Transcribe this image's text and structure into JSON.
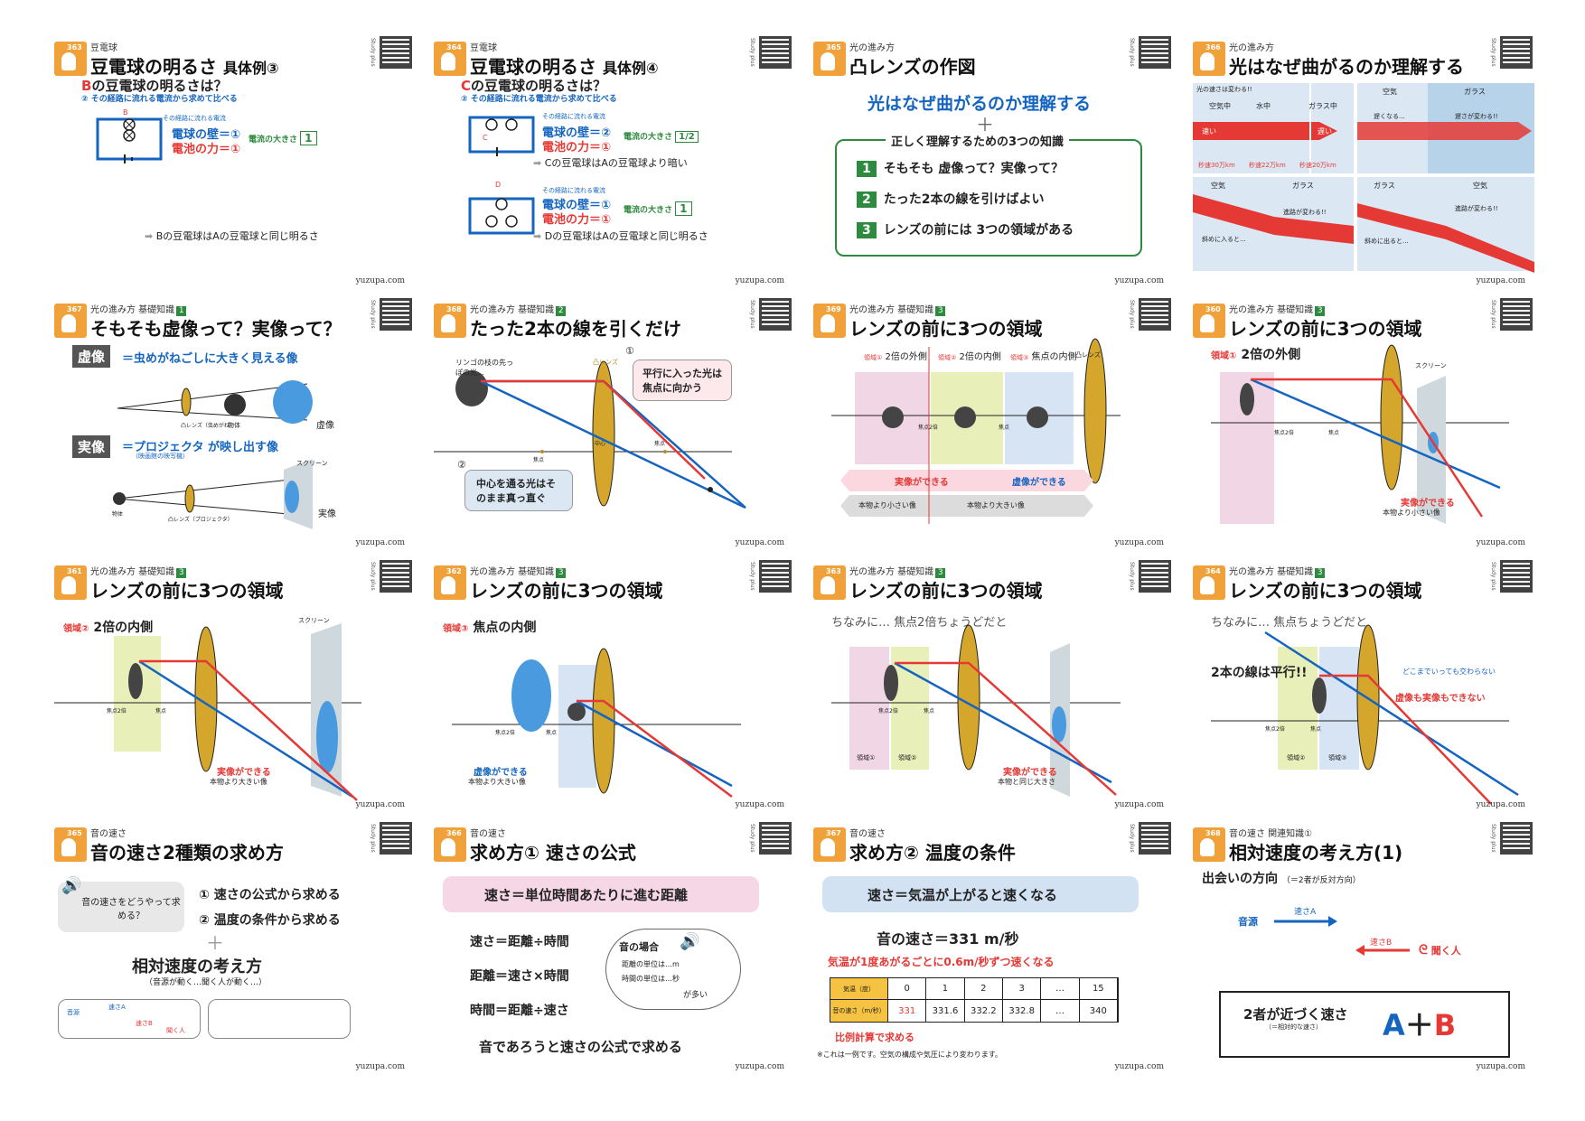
{
  "footer": "yuzupa.com",
  "qr_label": "Study plus",
  "cards": [
    {
      "id": "c363",
      "num": "363",
      "category": "豆電球",
      "title": "豆電球の明るさ",
      "title_sub": "具体例③",
      "lines": {
        "q_letter": "B",
        "q_text": "の豆電球の明るさは？",
        "step": "② その経路に流れる電流から求めて比べる",
        "path_label": "その経路に流れる電流",
        "bulb_label": "B",
        "wall": "電球の壁＝①",
        "force": "電池の力＝①",
        "current_label": "電流の大きさ",
        "current_val": "1",
        "conclusion": "Bの豆電球はAの豆電球と同じ明るさ"
      }
    },
    {
      "id": "c364",
      "num": "364",
      "category": "豆電球",
      "title": "豆電球の明るさ",
      "title_sub": "具体例④",
      "lines": {
        "q_letter": "C",
        "q_text": "の豆電球の明るさは？",
        "step": "② その経路に流れる電流から求めて比べる",
        "path_label": "その経路に流れる電流",
        "bulb_c": "C",
        "bulb_d": "D",
        "wall1": "電球の壁＝②",
        "force1": "電池の力＝①",
        "current_label": "電流の大きさ",
        "current_val1": "1/2",
        "conc1": "Cの豆電球はAの豆電球より暗い",
        "wall2": "電球の壁＝①",
        "force2": "電池の力＝①",
        "current_val2": "1",
        "conc2": "Dの豆電球はAの豆電球と同じ明るさ"
      }
    },
    {
      "id": "c365",
      "num": "365",
      "category": "光の進み方",
      "title": "凸レンズの作図",
      "lines": {
        "headline": "光はなぜ曲がるのか理解する",
        "plus": "＋",
        "knowledge": "正しく理解するための3つの知識",
        "k1": "そもそも 虚像って？実像って？",
        "k2": "たった2本の線を引けばよい",
        "k3": "レンズの前には 3つの領域がある"
      }
    },
    {
      "id": "c366",
      "num": "366",
      "category": "光の進み方",
      "title": "光はなぜ曲がるのか理解する",
      "lines": {
        "speed_note": "光の速さは変わる!!",
        "air": "空気中",
        "water": "水中",
        "glass": "ガラス中",
        "fast": "速い",
        "slow": "遅い",
        "v_air": "秒速30万km",
        "v_water": "秒速22万km",
        "v_glass": "秒速20万km",
        "p2_air": "空気",
        "p2_glass": "ガラス",
        "p2_a": "遅くなる...",
        "p2_b": "遅さが変わる!!",
        "p3_air": "空気",
        "p3_glass": "ガラス",
        "p3_note": "進路が変わる!!",
        "p3_slant": "斜めに入ると...",
        "p4_glass": "ガラス",
        "p4_air": "空気",
        "p4_note": "進路が変わる!!",
        "p4_slant": "斜めに出ると..."
      }
    },
    {
      "id": "c367",
      "num": "367",
      "category": "光の進み方 基礎知識",
      "cat_num": "1",
      "title": "そもそも虚像って？実像って？",
      "lines": {
        "virtual": "虚像",
        "virtual_desc": "＝虫めがねごしに大きく見える像",
        "lens": "凸レンズ（虫めがね）",
        "object": "物体",
        "virtual_img": "虚像",
        "real": "実像",
        "real_desc": "＝プロジェクタ が映し出す像",
        "real_sub": "（映画館の映写機）",
        "screen": "スクリーン",
        "object2": "物体",
        "lens2": "凸レンズ（プロジェクタ）",
        "real_img": "実像"
      }
    },
    {
      "id": "c368",
      "num": "368",
      "category": "光の進み方 基礎知識",
      "cat_num": "2",
      "title": "たった2本の線を引くだけ",
      "lines": {
        "apple_tip": "リンゴの枝の先っぽの光...",
        "lens": "凸レンズ",
        "parallel": "平行に入った光は焦点に向かう",
        "center": "中心を通る光はそのまま真っ直ぐ",
        "focus": "焦点",
        "focus2": "焦点",
        "center_label": "中心",
        "n1": "①",
        "n2": "②"
      }
    },
    {
      "id": "c369",
      "num": "369",
      "category": "光の進み方 基礎知識",
      "cat_num": "3",
      "title": "レンズの前に3つの領域",
      "lines": {
        "r1": "2倍の外側",
        "r2": "2倍の内側",
        "r3": "焦点の内側",
        "r1n": "領域①",
        "r2n": "領域②",
        "r3n": "領域③",
        "lens": "凸レンズ",
        "f2": "焦点2倍",
        "f": "焦点",
        "real": "実像ができる",
        "virt": "虚像ができる",
        "smaller": "本物より小さい像",
        "bigger": "本物より大きい像"
      }
    },
    {
      "id": "c360",
      "num": "360",
      "category": "光の進み方 基礎知識",
      "cat_num": "3",
      "title": "レンズの前に3つの領域",
      "lines": {
        "region": "領域①",
        "region_txt": "2倍の外側",
        "screen": "スクリーン",
        "f2": "焦点2倍",
        "f": "焦点",
        "result": "実像ができる",
        "result2": "本物より小さい像"
      }
    },
    {
      "id": "c361",
      "num": "361",
      "category": "光の進み方 基礎知識",
      "cat_num": "3",
      "title": "レンズの前に3つの領域",
      "lines": {
        "region": "領域②",
        "region_txt": "2倍の内側",
        "screen": "スクリーン",
        "f2": "焦点2倍",
        "f": "焦点",
        "result": "実像ができる",
        "result2": "本物より大きい像"
      }
    },
    {
      "id": "c362",
      "num": "362",
      "category": "光の進み方 基礎知識",
      "cat_num": "3",
      "title": "レンズの前に3つの領域",
      "lines": {
        "region": "領域③",
        "region_txt": "焦点の内側",
        "f2": "焦点2倍",
        "f": "焦点",
        "result": "虚像ができる",
        "result2": "本物より大きい像"
      }
    },
    {
      "id": "c363b",
      "num": "363",
      "category": "光の進み方 基礎知識",
      "cat_num": "3",
      "title": "レンズの前に3つの領域",
      "lines": {
        "intro": "ちなみに… 焦点2倍ちょうどだと",
        "f2": "焦点2倍",
        "f": "焦点",
        "reg1": "領域①",
        "reg2": "領域②",
        "result": "実像ができる",
        "result2": "本物と同じ大きさ"
      }
    },
    {
      "id": "c364b",
      "num": "364",
      "category": "光の進み方 基礎知識",
      "cat_num": "3",
      "title": "レンズの前に3つの領域",
      "lines": {
        "intro": "ちなみに… 焦点ちょうどだと",
        "parallel": "2本の線は平行!!",
        "never": "どこまでいっても交わらない",
        "none": "虚像も実像もできない",
        "f2": "焦点2倍",
        "f": "焦点",
        "reg2": "領域②",
        "reg3": "領域③"
      }
    },
    {
      "id": "c365b",
      "num": "365",
      "category": "音の速さ",
      "title": "音の速さ2種類の求め方",
      "lines": {
        "q": "音の速さをどうやって求める？",
        "m1": "① 速さの公式から求める",
        "m2": "② 温度の条件から求める",
        "plus": "＋",
        "rel": "相対速度の考え方",
        "rel_sub": "（音源が動く…聞く人が動く…）",
        "src": "音源",
        "a": "速さA",
        "b": "速さB",
        "ear": "聞く人"
      }
    },
    {
      "id": "c366b",
      "num": "366",
      "category": "音の速さ",
      "title": "求め方① 速さの公式",
      "lines": {
        "def": "速さ＝単位時間あたりに進む距離",
        "f1": "速さ＝距離÷時間",
        "f2": "距離＝速さ×時間",
        "f3": "時間＝距離÷速さ",
        "case": "音の場合",
        "unit1": "距離の単位は…m",
        "unit2": "時間の単位は…秒",
        "many": "が多い",
        "bottom": "音であろうと速さの公式で求める"
      }
    },
    {
      "id": "c367b",
      "num": "367",
      "category": "音の速さ",
      "title": "求め方② 温度の条件",
      "lines": {
        "def": "速さ＝気温が上がると速くなる",
        "speed": "音の速さ＝331 m/秒",
        "rule": "気温が1度あがるごとに0.6m/秒ずつ速くなる",
        "h1": "気温（度）",
        "h2": "音の速さ（m/秒）",
        "t": [
          "0",
          "1",
          "2",
          "3",
          "…",
          "15"
        ],
        "v": [
          "331",
          "331.6",
          "332.2",
          "332.8",
          "…",
          "340"
        ],
        "calc": "比例計算で求める",
        "note": "※これは一例です。空気の構成や気圧により変わります。"
      }
    },
    {
      "id": "c368b",
      "num": "368",
      "category": "音の速さ 関連知識①",
      "title": "相対速度の考え方(1)",
      "lines": {
        "dir": "出会いの方向",
        "dir_sub": "（＝2者が反対方向）",
        "src": "音源",
        "a": "速さA",
        "b": "速さB",
        "ear": "聞く人",
        "approach": "2者が近づく速さ",
        "approach_sub": "（＝相対的な速さ）",
        "formula_a": "A",
        "formula_plus": "＋",
        "formula_b": "B"
      }
    }
  ]
}
